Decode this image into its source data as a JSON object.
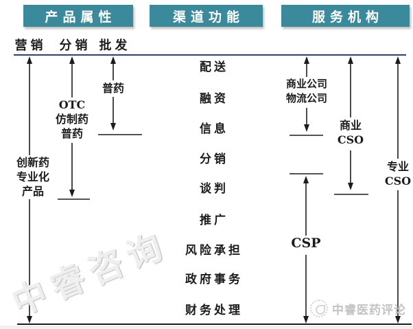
{
  "headers": {
    "product": "产品属性",
    "channel": "渠道功能",
    "service": "服务机构"
  },
  "product_axis": {
    "marketing": "营销",
    "distribution": "分销",
    "wholesale": "批发"
  },
  "product_arrows": {
    "marketing_label": [
      "创新药",
      "专业化",
      "产品"
    ],
    "distribution_label": [
      "OTC",
      "仿制药",
      "普药"
    ],
    "wholesale_label": [
      "普药"
    ]
  },
  "functions": [
    "配送",
    "融资",
    "信息",
    "分销",
    "谈判",
    "推广",
    "风险承担",
    "政府事务",
    "财务处理"
  ],
  "service_arrows": {
    "commercial_logistics_label": [
      "商业公司",
      "物流公司"
    ],
    "commercial_cso_label": [
      "商业",
      "CSO"
    ],
    "csp_label": [
      "CSP"
    ],
    "professional_cso_label": [
      "专业",
      "CSO"
    ]
  },
  "watermarks": {
    "diagonal": "中睿咨询",
    "footer": "中睿医药评论"
  },
  "colors": {
    "header_bg": "#3b8a9b",
    "header_text": "#ffffff",
    "top_axis_line": "#2e4263",
    "arrow_line": "#1c1c1c",
    "watermark": "#c3c3c3"
  }
}
